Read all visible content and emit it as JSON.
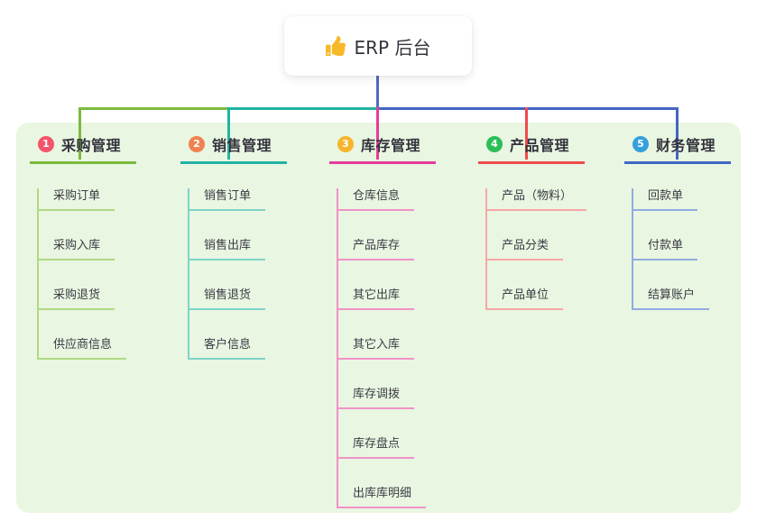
{
  "root_node": {
    "icon": "thumbs-up",
    "title": "ERP 后台"
  },
  "branches": [
    {
      "badge": "1",
      "title": "采购管理",
      "badge_color": "#F2556A",
      "line_color": "#7CBA3F",
      "light_line_color": "#AFD984",
      "children": [
        "采购订单",
        "采购入库",
        "采购退货",
        "供应商信息"
      ]
    },
    {
      "badge": "2",
      "title": "销售管理",
      "badge_color": "#F08250",
      "line_color": "#21B3A4",
      "light_line_color": "#7FD4C8",
      "children": [
        "销售订单",
        "销售出库",
        "销售退货",
        "客户信息"
      ]
    },
    {
      "badge": "3",
      "title": "库存管理",
      "badge_color": "#F7B52C",
      "line_color": "#E53C9C",
      "light_line_color": "#F291C8",
      "children": [
        "仓库信息",
        "产品库存",
        "其它出库",
        "其它入库",
        "库存调拨",
        "库存盘点",
        "出库库明细"
      ]
    },
    {
      "badge": "4",
      "title": "产品管理",
      "badge_color": "#2DBE59",
      "line_color": "#EF4B4C",
      "light_line_color": "#F7A6A6",
      "children": [
        "产品（物料）",
        "产品分类",
        "产品单位"
      ]
    },
    {
      "badge": "5",
      "title": "财务管理",
      "badge_color": "#34A0DC",
      "line_color": "#4067C6",
      "light_line_color": "#92ABE0",
      "children": [
        "回款单",
        "付款单",
        "结算账户"
      ]
    }
  ],
  "connectors": {
    "root_line_color": "#5767C5",
    "left_bus_colors": [
      "#7CBA3F",
      "#21B3A4"
    ],
    "right_bus_color": "#4365C4"
  },
  "canvas": {
    "background": "#FFFFFF",
    "panel_background": "#E9F6E1"
  }
}
